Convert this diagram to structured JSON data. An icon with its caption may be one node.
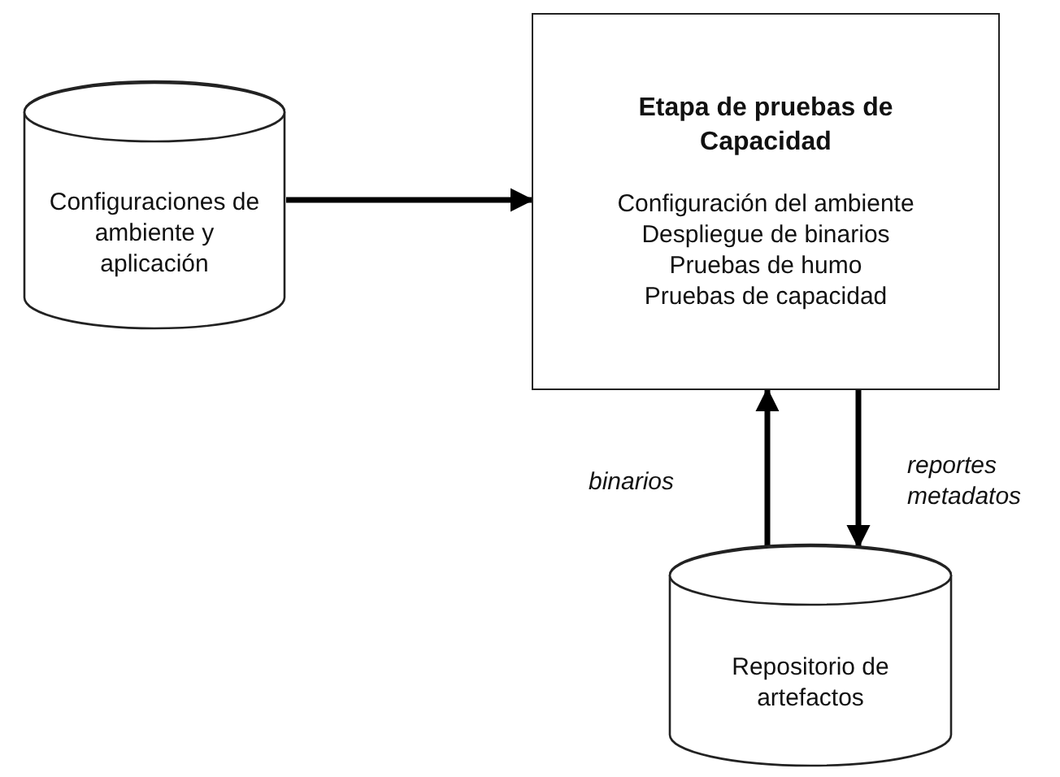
{
  "diagram": {
    "nodes": [
      {
        "text": [
          "Configuraciones de ambiente y aplicación"
        ]
      },
      {
        "text": [
          "Etapa de pruebas de Capacidad",
          "Configuración del ambiente",
          "Despliegue de binarios",
          "Pruebas de humo",
          "Pruebas de capacidad"
        ]
      },
      {
        "text": [
          "Repositorio de artefactos"
        ]
      }
    ],
    "edges": [
      {
        "from": 0,
        "to": 1,
        "arrow": "to"
      },
      {
        "from": 2,
        "to": 1,
        "arrow": "to",
        "label": "binarios"
      },
      {
        "from": 1,
        "to": 2,
        "arrow": "to",
        "label": "reportes metadatos"
      }
    ]
  }
}
